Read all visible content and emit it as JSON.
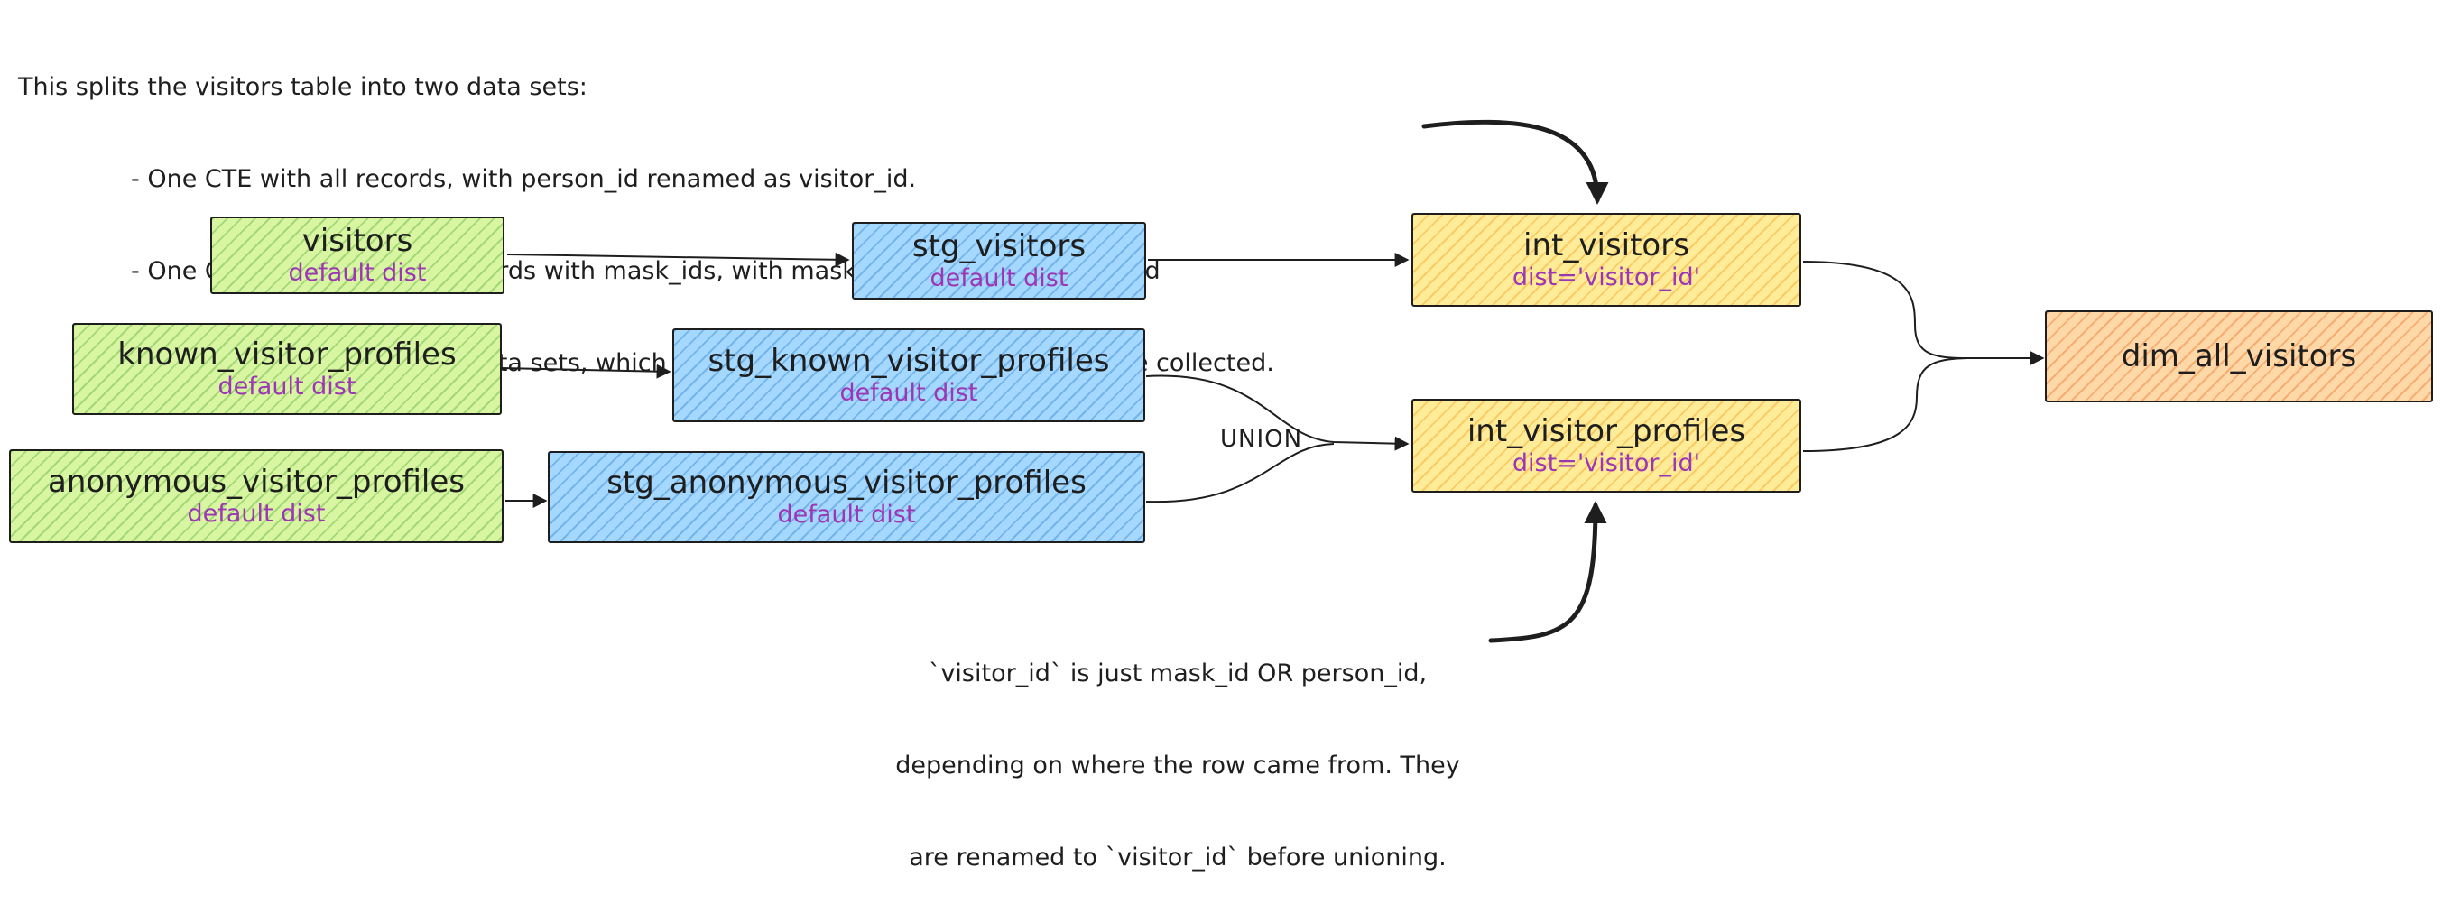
{
  "notes": {
    "top": {
      "heading": "This splits the visitors table into two data sets:",
      "bullets": [
        "- One CTE with all records, with person_id renamed as visitor_id.",
        "- One CTE filtered to only records with mask_ids, with mask_id renamed as visitor_id",
        "- One CTE to union the two data sets, which results in a grain of one row per profile collected."
      ]
    },
    "bottom": [
      "`visitor_id` is just mask_id OR person_id,",
      "depending on where the row came from. They",
      "are renamed to `visitor_id` before unioning."
    ]
  },
  "union_label": "UNION",
  "nodes": {
    "visitors": {
      "name": "visitors",
      "dist": "default dist",
      "fill": "#d8f5a2"
    },
    "known_visitor_profiles": {
      "name": "known_visitor_profiles",
      "dist": "default dist",
      "fill": "#d8f5a2"
    },
    "anonymous_visitor_profiles": {
      "name": "anonymous_visitor_profiles",
      "dist": "default dist",
      "fill": "#d8f5a2"
    },
    "stg_visitors": {
      "name": "stg_visitors",
      "dist": "default dist",
      "fill": "#a5d8ff"
    },
    "stg_known_visitor_profiles": {
      "name": "stg_known_visitor_profiles",
      "dist": "default dist",
      "fill": "#a5d8ff"
    },
    "stg_anonymous_visitor_profiles": {
      "name": "stg_anonymous_visitor_profiles",
      "dist": "default dist",
      "fill": "#a5d8ff"
    },
    "int_visitors": {
      "name": "int_visitors",
      "dist": "dist='visitor_id'",
      "fill": "#ffec99"
    },
    "int_visitor_profiles": {
      "name": "int_visitor_profiles",
      "dist": "dist='visitor_id'",
      "fill": "#ffec99"
    },
    "dim_all_visitors": {
      "name": "dim_all_visitors",
      "fill": "#ffd8a8"
    }
  },
  "edges": [
    {
      "from": "visitors",
      "to": "stg_visitors"
    },
    {
      "from": "known_visitor_profiles",
      "to": "stg_known_visitor_profiles"
    },
    {
      "from": "anonymous_visitor_profiles",
      "to": "stg_anonymous_visitor_profiles"
    },
    {
      "from": "stg_visitors",
      "to": "int_visitors"
    },
    {
      "from": "stg_known_visitor_profiles",
      "to": "int_visitor_profiles"
    },
    {
      "from": "stg_anonymous_visitor_profiles",
      "to": "int_visitor_profiles"
    },
    {
      "from": "int_visitors",
      "to": "dim_all_visitors"
    },
    {
      "from": "int_visitor_profiles",
      "to": "dim_all_visitors"
    }
  ],
  "colors": {
    "dist_text": "#9c36b5",
    "stroke": "#1e1e1e"
  }
}
